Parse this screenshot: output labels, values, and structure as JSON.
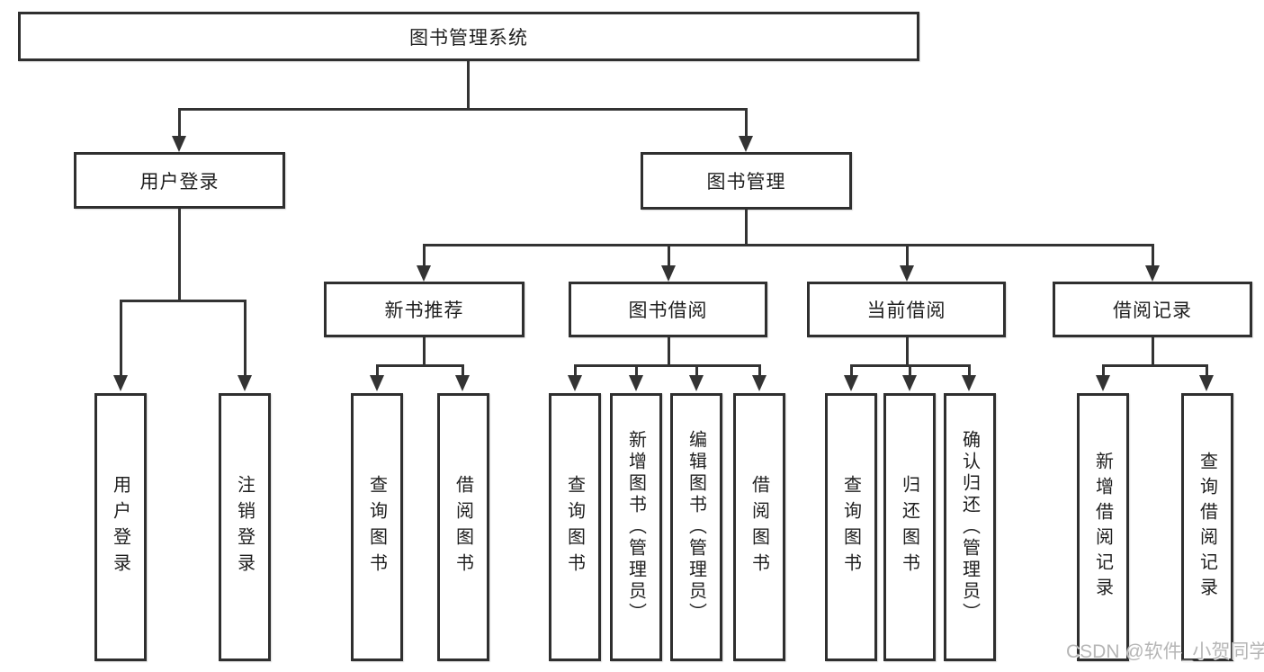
{
  "title": "图书管理系统",
  "level1": {
    "user_login": "用户登录",
    "book_manage": "图书管理"
  },
  "level2": {
    "new_book": "新书推荐",
    "book_borrow": "图书借阅",
    "current_borrow": "当前借阅",
    "borrow_records": "借阅记录"
  },
  "leaves": {
    "user_login": [
      "用户登录",
      "注销登录"
    ],
    "new_book": [
      "查询图书",
      "借阅图书"
    ],
    "book_borrow": [
      "查询图书",
      "新增图书（管理员）",
      "编辑图书（管理员）",
      "借阅图书"
    ],
    "current_borrow": [
      "查询图书",
      "归还图书",
      "确认归还（管理员）"
    ],
    "borrow_records": [
      "新增借阅记录",
      "查询借阅记录"
    ]
  },
  "watermark": "CSDN @软件_小贺同学",
  "colors": {
    "line": "#333333",
    "border": "#2f2f2f",
    "text": "#1f1f1f",
    "background": "#ffffff",
    "watermark": "#b6b6b6"
  }
}
